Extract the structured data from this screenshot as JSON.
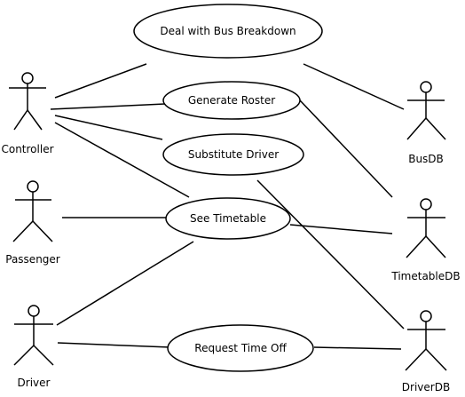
{
  "actors": [
    {
      "id": "controller",
      "label": "Controller"
    },
    {
      "id": "passenger",
      "label": "Passenger"
    },
    {
      "id": "driver",
      "label": "Driver"
    },
    {
      "id": "busdb",
      "label": "BusDB"
    },
    {
      "id": "timetabledb",
      "label": "TimetableDB"
    },
    {
      "id": "driverdb",
      "label": "DriverDB"
    }
  ],
  "use_cases": [
    {
      "id": "deal-with-bus-breakdown",
      "label": "Deal with Bus Breakdown"
    },
    {
      "id": "generate-roster",
      "label": "Generate Roster"
    },
    {
      "id": "substitute-driver",
      "label": "Substitute Driver"
    },
    {
      "id": "see-timetable",
      "label": "See Timetable"
    },
    {
      "id": "request-time-off",
      "label": "Request Time Off"
    }
  ],
  "associations": [
    {
      "from": "controller",
      "to": "deal-with-bus-breakdown"
    },
    {
      "from": "controller",
      "to": "generate-roster"
    },
    {
      "from": "controller",
      "to": "substitute-driver"
    },
    {
      "from": "controller",
      "to": "see-timetable"
    },
    {
      "from": "passenger",
      "to": "see-timetable"
    },
    {
      "from": "driver",
      "to": "see-timetable"
    },
    {
      "from": "driver",
      "to": "request-time-off"
    },
    {
      "from": "deal-with-bus-breakdown",
      "to": "busdb"
    },
    {
      "from": "generate-roster",
      "to": "timetabledb"
    },
    {
      "from": "see-timetable",
      "to": "timetabledb"
    },
    {
      "from": "substitute-driver",
      "to": "driverdb"
    },
    {
      "from": "request-time-off",
      "to": "driverdb"
    }
  ]
}
